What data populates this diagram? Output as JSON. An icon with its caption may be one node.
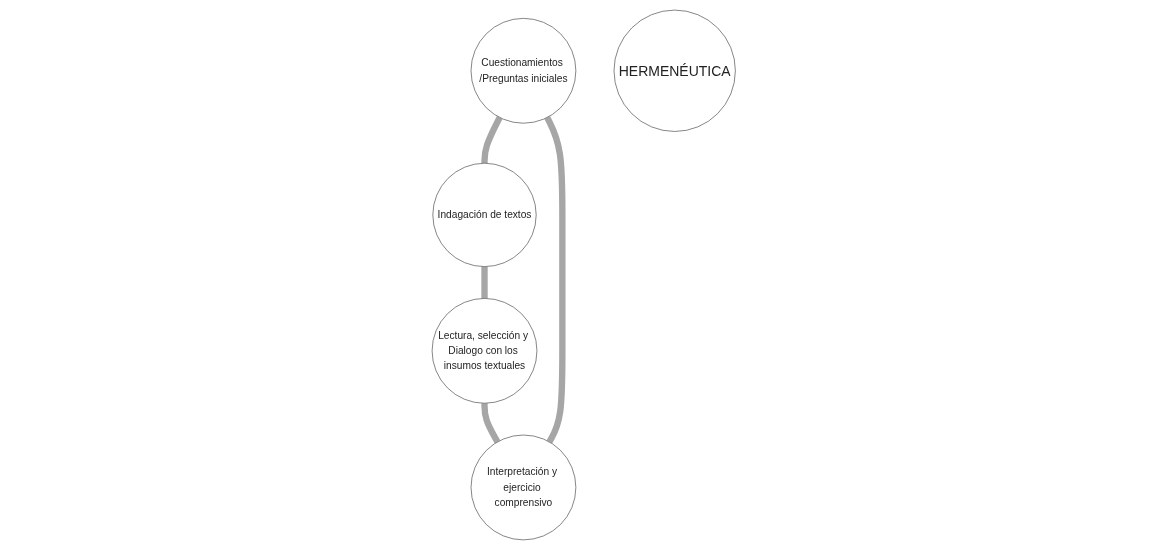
{
  "diagram": {
    "nodes": [
      {
        "text": [
          "Cuestionamientos /Preguntas iniciales"
        ]
      },
      {
        "text": [
          "Interpretación y ejercicio comprensivo"
        ]
      },
      {
        "text": [
          "HERMENÉUTICA"
        ]
      },
      {
        "text": [
          "Indagación de textos"
        ]
      },
      {
        "text": [
          "Lectura, selección y Dialogo con los insumos textuales"
        ]
      }
    ],
    "edges": [
      {
        "from": 0,
        "to": 3,
        "arrow": "none"
      },
      {
        "from": 3,
        "to": 4,
        "arrow": "none"
      },
      {
        "from": 4,
        "to": 1,
        "arrow": "none"
      },
      {
        "from": 1,
        "to": 0,
        "arrow": "none"
      }
    ]
  }
}
